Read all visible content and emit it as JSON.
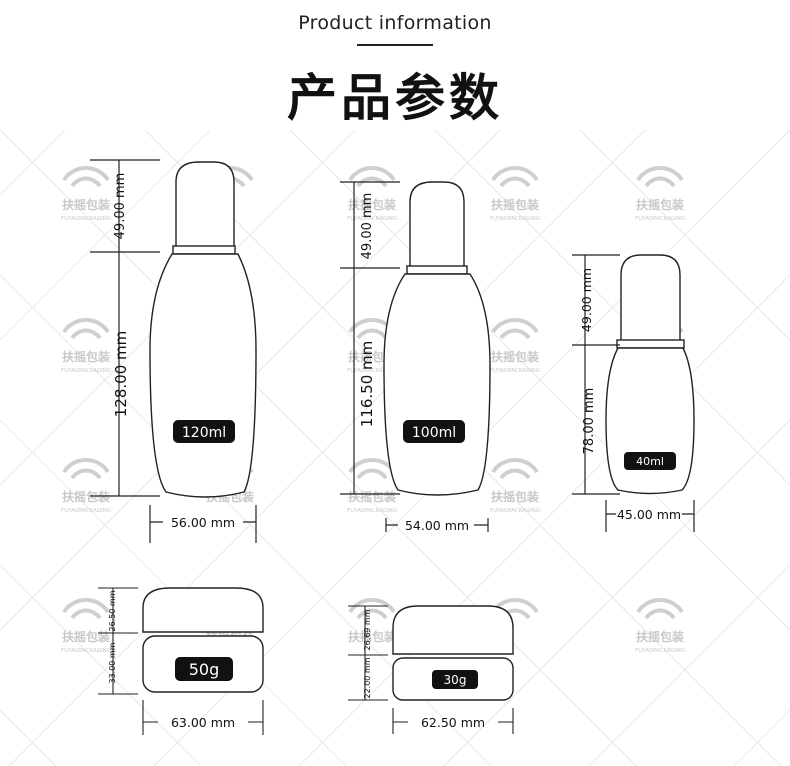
{
  "header": {
    "subtitle": "Product information",
    "title": "产品参数"
  },
  "watermark": {
    "brand_cn": "扶摇包装",
    "brand_en": "FUYAOPACKAGING"
  },
  "products": {
    "bottle_120": {
      "label": "120ml",
      "cap_height": "49.00 mm",
      "body_height": "128.00 mm",
      "width": "56.00 mm"
    },
    "bottle_100": {
      "label": "100ml",
      "cap_height": "49.00 mm",
      "body_height": "116.50 mm",
      "width": "54.00 mm"
    },
    "bottle_40": {
      "label": "40ml",
      "cap_height": "49.00 mm",
      "body_height": "78.00 mm",
      "width": "45.00 mm"
    },
    "jar_50": {
      "label": "50g",
      "lid_height": "26.50 mm",
      "body_height": "33.00 mm",
      "width": "63.00 mm"
    },
    "jar_30": {
      "label": "30g",
      "lid_height": "26.69 mm",
      "body_height": "22.00 mm",
      "width": "62.50 mm"
    }
  },
  "colors": {
    "outline": "#222222",
    "label_bg": "#111111",
    "label_text": "#ffffff",
    "grid": "#e6e6e6",
    "watermark": "#c9c9c9"
  }
}
